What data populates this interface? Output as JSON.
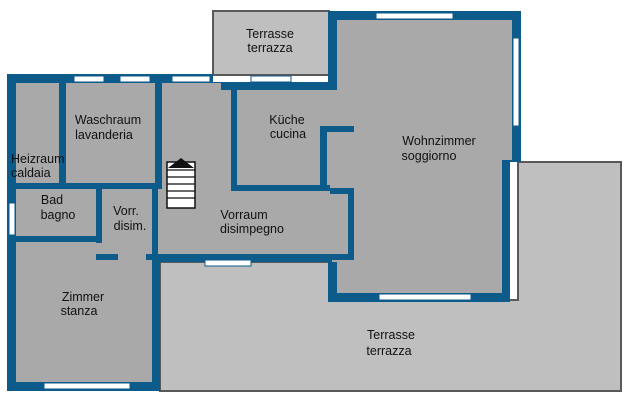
{
  "colors": {
    "wall": "#0d5b8a",
    "room": "#a9a9a9",
    "terrace": "#bfbfbf",
    "terrace_edge": "#595959",
    "window": "#ffffff"
  },
  "rooms": {
    "terrasse_top": {
      "de": "Terrasse",
      "it": "terrazza"
    },
    "waschraum": {
      "de": "Waschraum",
      "it": "lavanderia"
    },
    "kueche": {
      "de": "Küche",
      "it": "cucina"
    },
    "wohnzimmer": {
      "de": "Wohnzimmer",
      "it": "soggiorno"
    },
    "heizraum": {
      "de": "Heizraum",
      "it": "caldaia"
    },
    "bad": {
      "de": "Bad",
      "it": "bagno"
    },
    "vorr_small": {
      "de": "Vorr.",
      "it": "disim."
    },
    "vorraum": {
      "de": "Vorraum",
      "it": "disimpegno"
    },
    "zimmer": {
      "de": "Zimmer",
      "it": "stanza"
    },
    "terrasse_big": {
      "de": "Terrasse",
      "it": "terrazza"
    }
  },
  "icons": {
    "stairs": "stairs-icon"
  }
}
